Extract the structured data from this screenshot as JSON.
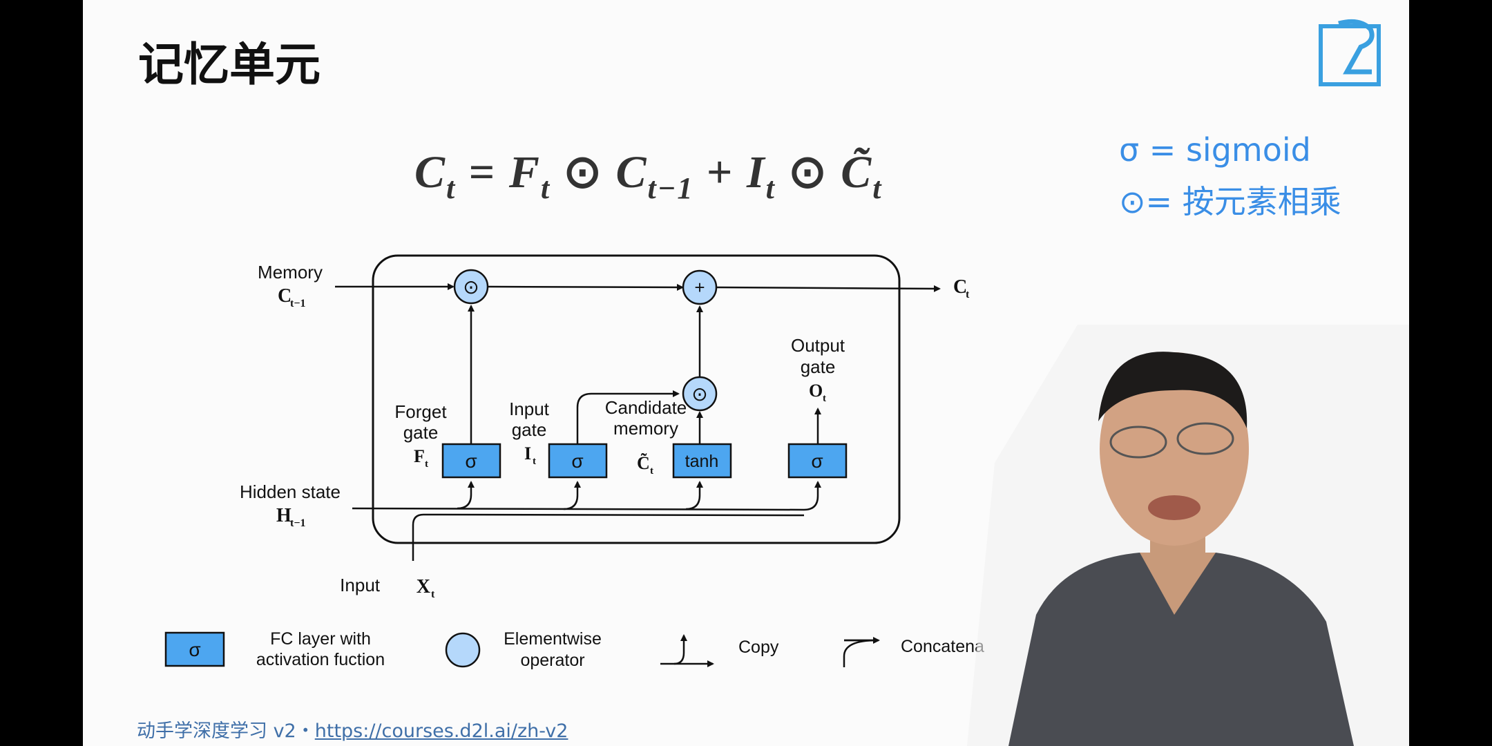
{
  "slide": {
    "title": "记忆单元",
    "equation": {
      "lhs": "C",
      "lhs_sub": "t",
      "eq": "=",
      "f": "F",
      "f_sub": "t",
      "odot1": "⊙",
      "c": "C",
      "c_sub": "t−1",
      "plus": "+",
      "i": "I",
      "i_sub": "t",
      "odot2": "⊙",
      "ctilde": "C̃",
      "ctilde_sub": "t"
    },
    "notes": [
      "σ = sigmoid",
      "⊙= 按元素相乘"
    ],
    "footer": {
      "text": "动手学深度学习 v2・",
      "link": "https://courses.d2l.ai/zh-v2"
    }
  },
  "diagram": {
    "memory_label": "Memory",
    "memory_sym": "C",
    "memory_sub": "t−1",
    "output_c_sym": "C",
    "output_c_sub": "t",
    "hidden_label": "Hidden state",
    "hidden_sym": "H",
    "hidden_sub": "t−1",
    "input_label": "Input",
    "input_sym": "X",
    "input_sub": "t",
    "forget_gate": [
      "Forget",
      "gate"
    ],
    "forget_sym": "F",
    "forget_sub": "t",
    "input_gate": [
      "Input",
      "gate"
    ],
    "input_gate_sym": "I",
    "input_gate_sub": "t",
    "candidate": [
      "Candidate",
      "memory"
    ],
    "candidate_sym": "C̃",
    "candidate_sub": "t",
    "output_gate": [
      "Output",
      "gate"
    ],
    "output_gate_sym": "O",
    "output_gate_sub": "t",
    "box_sigma": "σ",
    "box_tanh": "tanh",
    "op_odot": "⊙",
    "op_plus": "+"
  },
  "legend": {
    "box_symbol": "σ",
    "fc": [
      "FC layer with",
      "activation fuction"
    ],
    "elementwise": [
      "Elementwise",
      "operator"
    ],
    "copy": "Copy",
    "concatenate": "Concatena"
  },
  "colors": {
    "gate_fill": "#4da6f0",
    "op_fill": "#b5d8fb",
    "accent_blue": "#3a8ee6"
  }
}
